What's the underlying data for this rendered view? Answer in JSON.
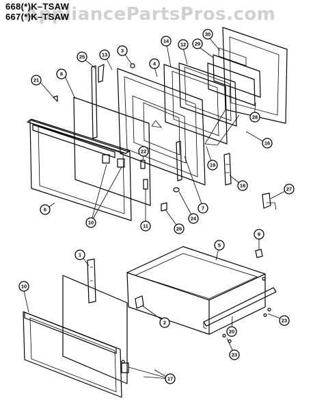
{
  "header": {
    "model_line_1": "668(*)K–TSAW",
    "model_line_2": "667(*)K–TSAW",
    "watermark": "AppliancePartsPros.com"
  },
  "callouts": [
    {
      "id": "c21",
      "label": "21"
    },
    {
      "id": "c8a",
      "label": "8"
    },
    {
      "id": "c25",
      "label": "25"
    },
    {
      "id": "c13",
      "label": "13"
    },
    {
      "id": "c3",
      "label": "3"
    },
    {
      "id": "c4",
      "label": "4"
    },
    {
      "id": "c14",
      "label": "14"
    },
    {
      "id": "c12",
      "label": "12"
    },
    {
      "id": "c29",
      "label": "29"
    },
    {
      "id": "c30",
      "label": "30"
    },
    {
      "id": "c28",
      "label": "28"
    },
    {
      "id": "c16",
      "label": "16"
    },
    {
      "id": "c22",
      "label": "22"
    },
    {
      "id": "c19",
      "label": "19"
    },
    {
      "id": "c18",
      "label": "18"
    },
    {
      "id": "c27",
      "label": "27"
    },
    {
      "id": "c6",
      "label": "6"
    },
    {
      "id": "c10a",
      "label": "10"
    },
    {
      "id": "c11",
      "label": "11"
    },
    {
      "id": "c26",
      "label": "26"
    },
    {
      "id": "c24",
      "label": "24"
    },
    {
      "id": "c7",
      "label": "7"
    },
    {
      "id": "c1",
      "label": "1"
    },
    {
      "id": "c5",
      "label": "5"
    },
    {
      "id": "c9",
      "label": "9"
    },
    {
      "id": "c10b",
      "label": "10"
    },
    {
      "id": "c2",
      "label": "2"
    },
    {
      "id": "c20",
      "label": "20"
    },
    {
      "id": "c23a",
      "label": "23"
    },
    {
      "id": "c23b",
      "label": "23"
    },
    {
      "id": "c17",
      "label": "17"
    }
  ]
}
